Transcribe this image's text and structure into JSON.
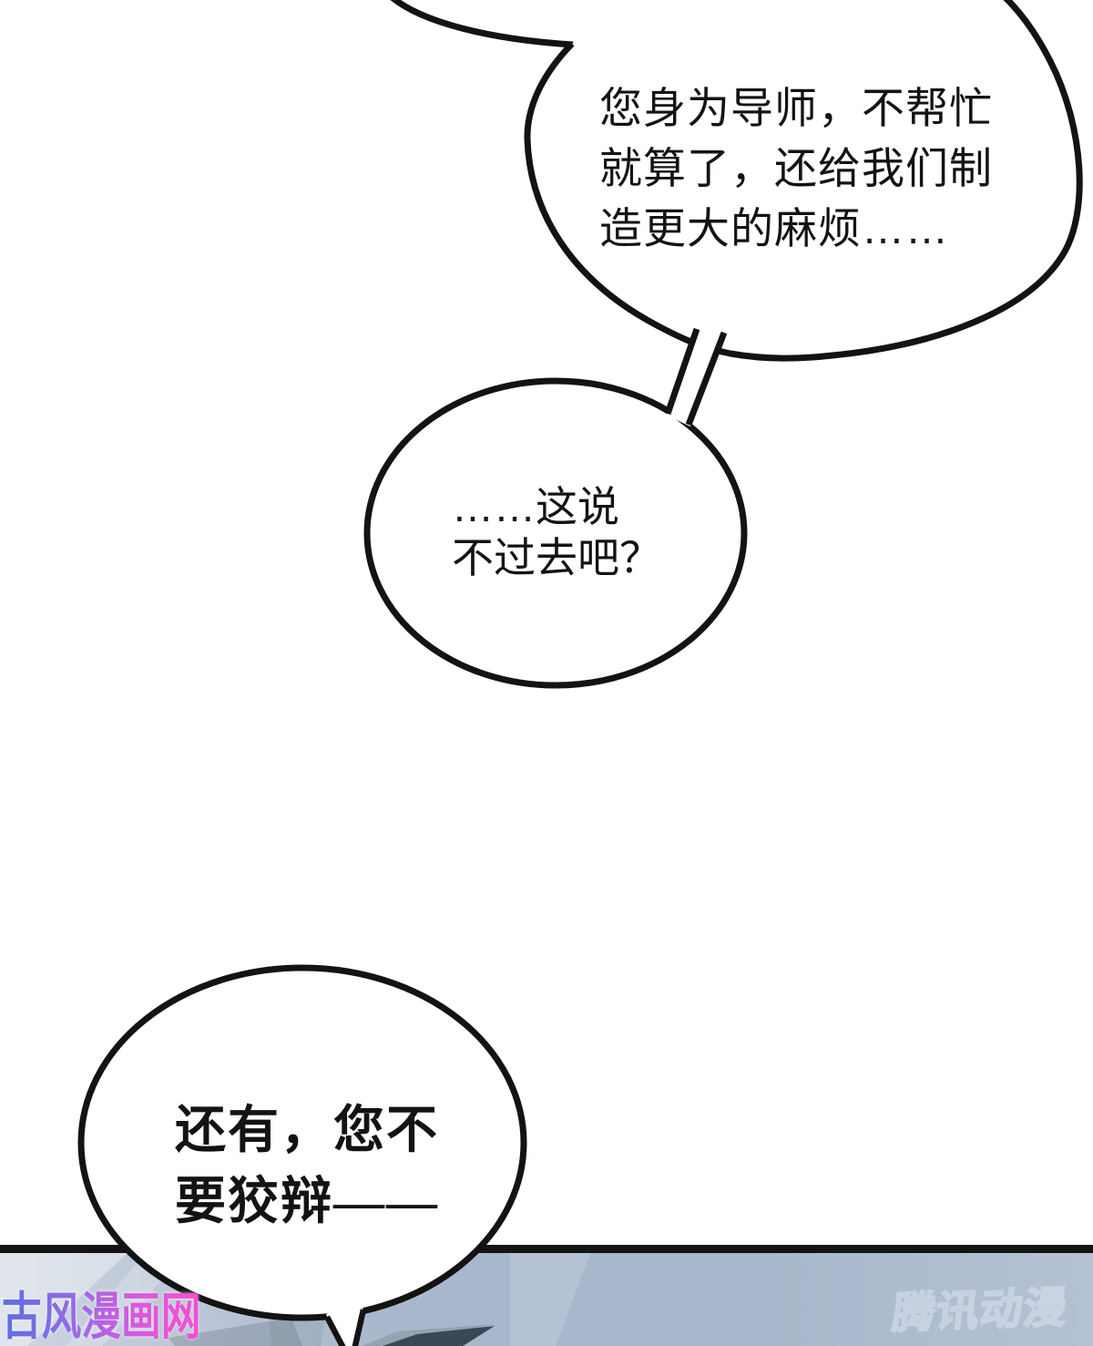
{
  "bubbles": {
    "top": {
      "text": "您身为导师，不帮忙\n就算了，还给我们制\n造更大的麻烦……"
    },
    "middle": {
      "text": "……这说\n不过去吧？"
    },
    "bottom": {
      "text": "还有，您不\n要狡辩——"
    }
  },
  "watermarks": {
    "left": {
      "text": "古风漫画网",
      "gradient": [
        "#5a6ee2",
        "#9a6ae6",
        "#e156dd",
        "#f64ed2"
      ]
    },
    "right": {
      "text": "腾讯动漫",
      "stroke_color": "#dce4f0",
      "fill_color": "#b9c5d7"
    }
  },
  "colors": {
    "ink": "#131313",
    "paper": "#ffffff",
    "bubble_fill": "#ffffff",
    "scene_left": "#cdd5e0",
    "scene_mid": "#a8b8cc",
    "scene_right": "#b4c1d3",
    "panel_line": "#141414",
    "spike_dark": "#3a4755",
    "spike_light": "#95a2b0"
  }
}
